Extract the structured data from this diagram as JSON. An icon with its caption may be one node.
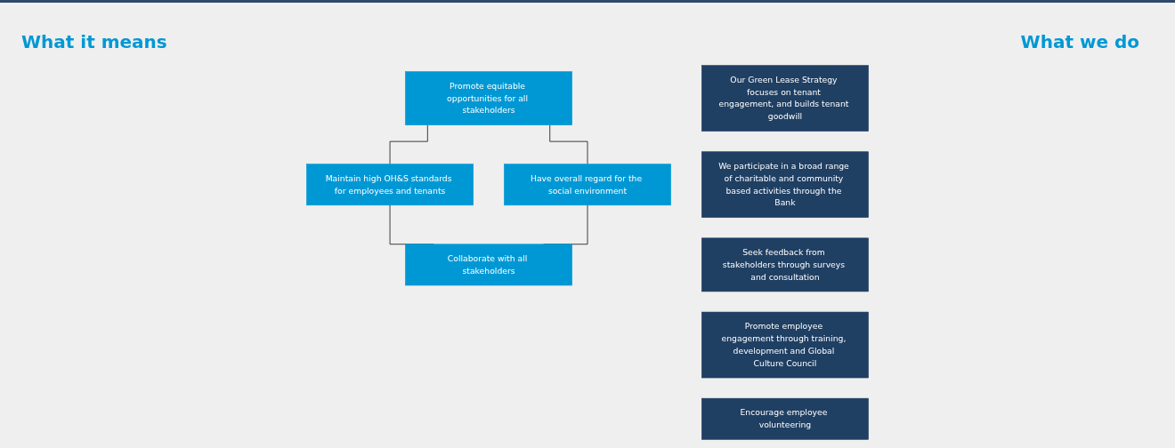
{
  "diagram": {
    "nodes": [
      {
        "text": [
          "Promote equitable opportunities for all stakeholders"
        ]
      },
      {
        "text": [
          "Have overall regard for the social environment"
        ]
      },
      {
        "text": [
          "Maintain high OH&S standards for employees and tenants"
        ]
      },
      {
        "text": [
          "Collaborate with all stakeholders"
        ]
      },
      {
        "text": [
          "Our Green Lease Strategy focuses on tenant engagement, and builds tenant goodwill"
        ]
      },
      {
        "text": [
          "We participate in a broad range of charitable and community based activities through the Bank"
        ]
      },
      {
        "text": [
          "Seek feedback from stakeholders through surveys and consultation"
        ]
      },
      {
        "text": [
          "Promote employee engagement through training, development and Global Culture Council"
        ]
      },
      {
        "text": [
          "Encourage employee volunteering"
        ]
      }
    ],
    "edges": [
      {
        "from": 1,
        "to": 0,
        "arrow": "none"
      },
      {
        "from": 0,
        "to": 2,
        "arrow": "none"
      },
      {
        "from": 2,
        "to": 3,
        "arrow": "none"
      },
      {
        "from": 3,
        "to": 1,
        "arrow": "none"
      }
    ],
    "labels": [
      "What it means",
      "What we do"
    ]
  }
}
